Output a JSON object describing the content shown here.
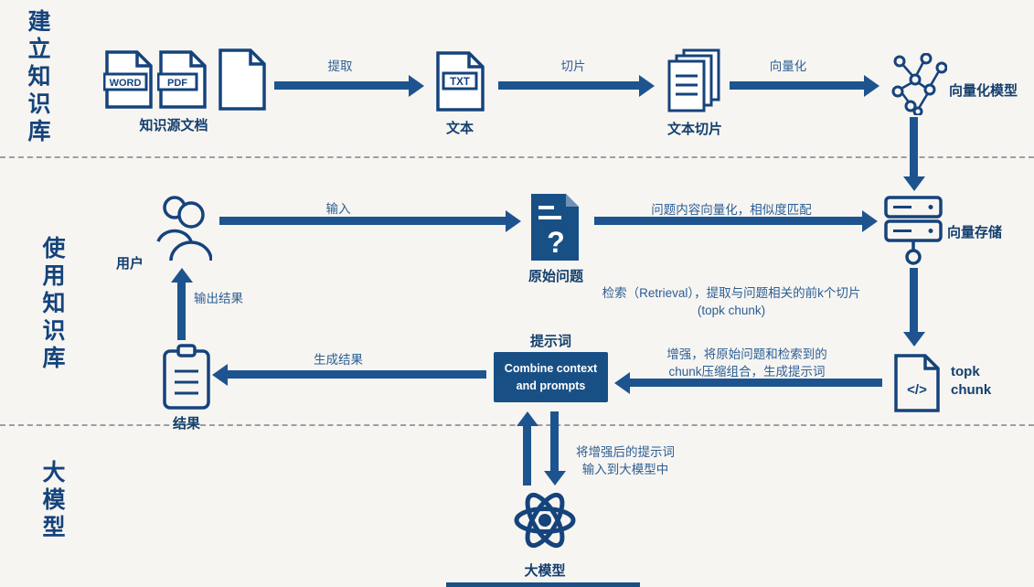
{
  "colors": {
    "primary": "#15437c",
    "arrow": "#1d548f",
    "background": "#f7f5f1",
    "box_fill": "#185086",
    "box_text": "#ffffff"
  },
  "sections": {
    "build": "建立知识库",
    "use": "使用知识库",
    "model": "大模型"
  },
  "nodes": {
    "sources": {
      "word": "WORD",
      "pdf": "PDF",
      "label": "知识源文档"
    },
    "text": {
      "badge": "TXT",
      "label": "文本"
    },
    "chunks": {
      "label": "文本切片"
    },
    "vector_model": {
      "label": "向量化模型"
    },
    "user": {
      "label": "用户"
    },
    "question": {
      "glyph": "?",
      "label": "原始问题"
    },
    "vector_store": {
      "label": "向量存储"
    },
    "topk": {
      "glyph": "</>",
      "label": "topk chunk"
    },
    "prompt": {
      "label": "提示词",
      "line1": "Combine context",
      "line2": "and prompts"
    },
    "result": {
      "label": "结果"
    },
    "llm": {
      "label": "大模型"
    }
  },
  "edges": {
    "extract": "提取",
    "slice": "切片",
    "vectorize": "向量化",
    "input": "输入",
    "match": "问题内容向量化，相似度匹配",
    "retrieval1": "检索（Retrieval），提取与问题相关的前k个切片",
    "retrieval2": "(topk chunk)",
    "augment1": "增强，将原始问题和检索到的",
    "augment2": "chunk压缩组合，生成提示词",
    "generate": "生成结果",
    "output": "输出结果",
    "to_llm1": "将增强后的提示词",
    "to_llm2": "输入到大模型中",
    "llm_return": ""
  }
}
